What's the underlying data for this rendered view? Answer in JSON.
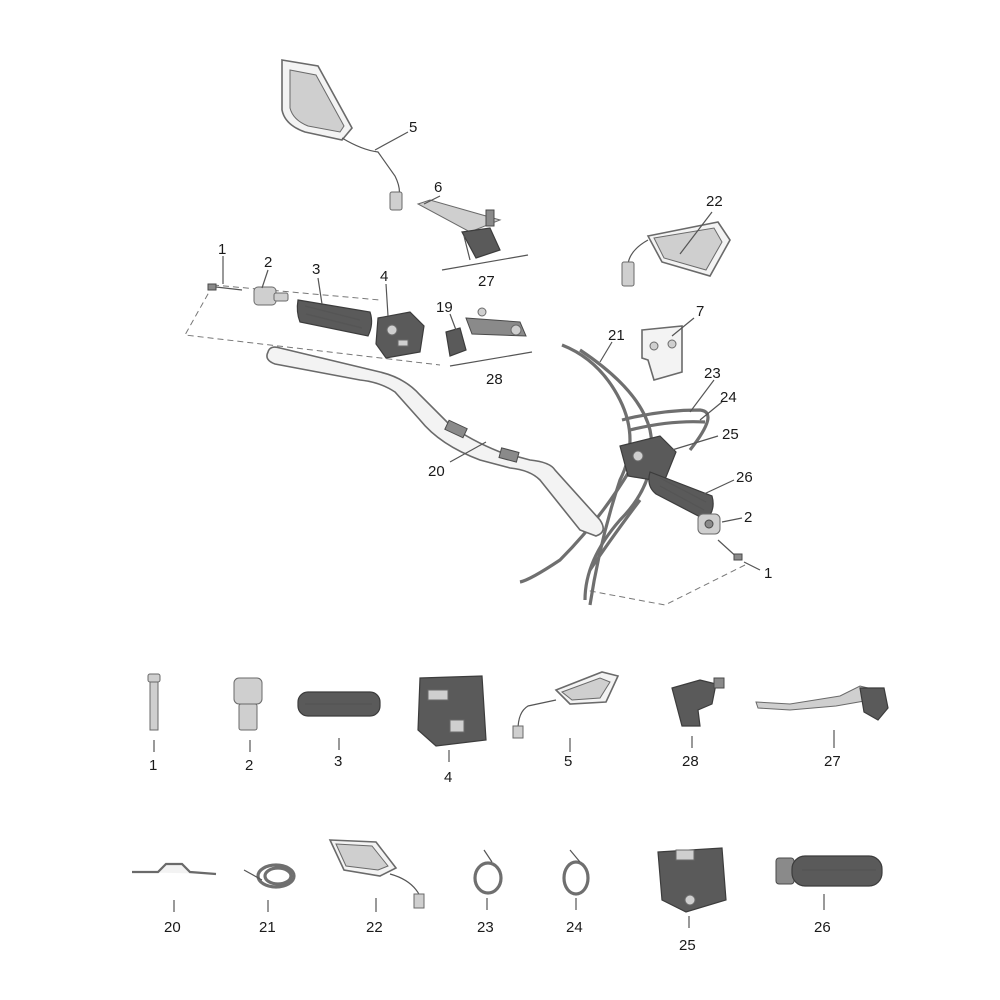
{
  "callouts": {
    "exploded": {
      "c1a": "1",
      "c2a": "2",
      "c3": "3",
      "c4": "4",
      "c5": "5",
      "c6": "6",
      "c27": "27",
      "c19": "19",
      "c28": "28",
      "c22": "22",
      "c7": "7",
      "c21": "21",
      "c23": "23",
      "c24": "24",
      "c25": "25",
      "c20": "20",
      "c26": "26",
      "c2b": "2",
      "c1b": "1"
    },
    "row1": [
      "1",
      "2",
      "3",
      "4",
      "5",
      "28",
      "27"
    ],
    "row2": [
      "20",
      "21",
      "22",
      "23",
      "24",
      "25",
      "26"
    ]
  },
  "colors": {
    "line": "#555555",
    "part_dark": "#5a5a5a",
    "part_light": "#cfcfcf"
  }
}
